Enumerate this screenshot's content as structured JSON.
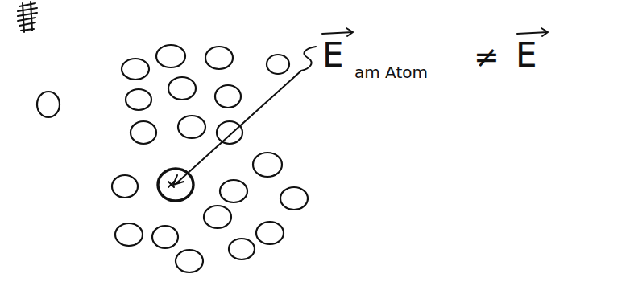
{
  "diagram": {
    "labels": [
      "E",
      "am Atom",
      "≠",
      "E"
    ]
  }
}
